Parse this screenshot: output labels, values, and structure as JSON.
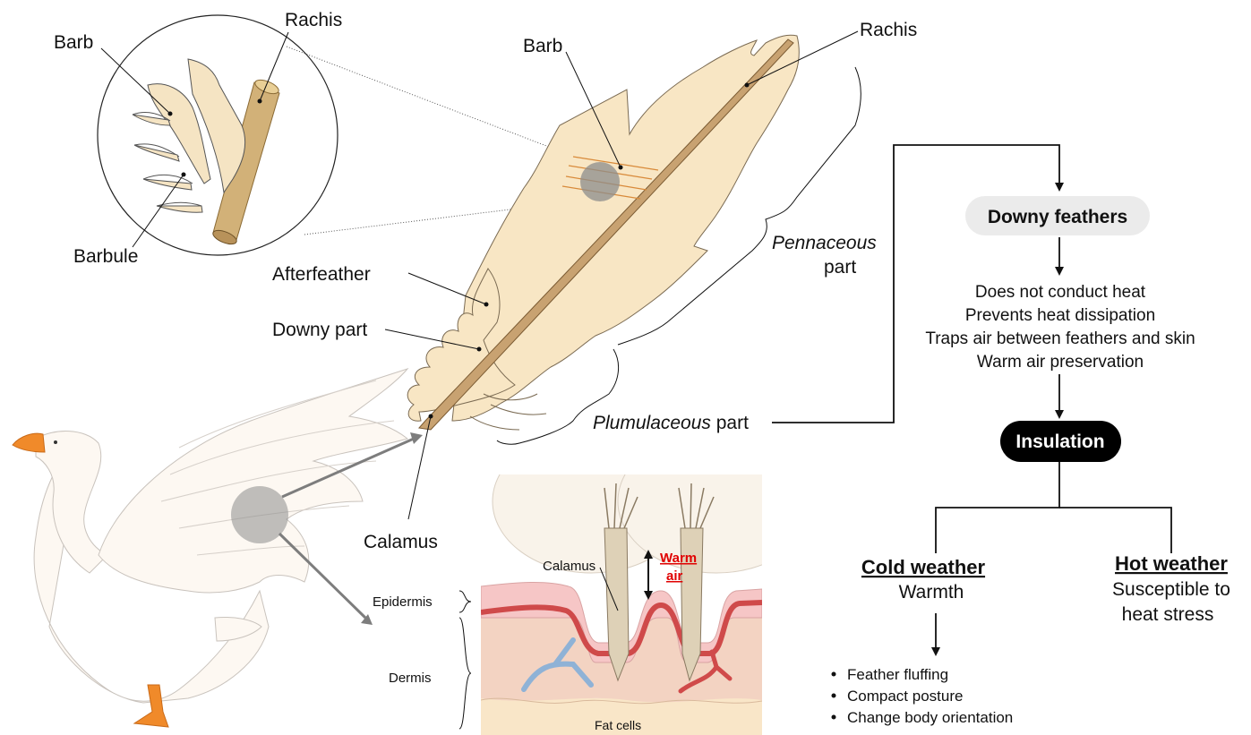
{
  "feather_labels": {
    "barb": "Barb",
    "rachis": "Rachis",
    "afterfeather": "Afterfeather",
    "downy_part": "Downy part",
    "calamus": "Calamus",
    "pennaceous_italic": "Pennaceous",
    "pennaceous_rest": "part",
    "plumulaceous_italic": "Plumulaceous",
    "plumulaceous_rest": " part"
  },
  "inset_labels": {
    "barb": "Barb",
    "rachis": "Rachis",
    "barbule": "Barbule"
  },
  "skin_labels": {
    "calamus": "Calamus",
    "warm_air_line1": "Warm",
    "warm_air_line2": "air",
    "epidermis": "Epidermis",
    "dermis": "Dermis",
    "fat_cells": "Fat cells"
  },
  "flow": {
    "downy_feathers": "Downy feathers",
    "properties": [
      "Does not conduct heat",
      "Prevents heat dissipation",
      "Traps air between feathers and skin",
      "Warm air preservation"
    ],
    "insulation": "Insulation",
    "cold_title": "Cold weather",
    "cold_desc": "Warmth",
    "hot_title": "Hot weather",
    "hot_desc_line1": "Susceptible to",
    "hot_desc_line2": "heat stress",
    "cold_actions": [
      "Feather fluffing",
      "Compact posture",
      "Change body orientation"
    ]
  },
  "colors": {
    "feather": "#f8e6c4",
    "rachis": "#c8a271",
    "barb_lines": "#d88a3a",
    "warm_air": "#e00000",
    "epidermis": "#f6c6c6",
    "blood_vessel": "#d04a4a",
    "dermis": "#f3d3c2",
    "fat": "#f9e6c8",
    "vein": "#8fb2d6",
    "goose_beak": "#f08a2a",
    "pill_bg": "#ebebeb",
    "insulation_bg": "#000000"
  }
}
